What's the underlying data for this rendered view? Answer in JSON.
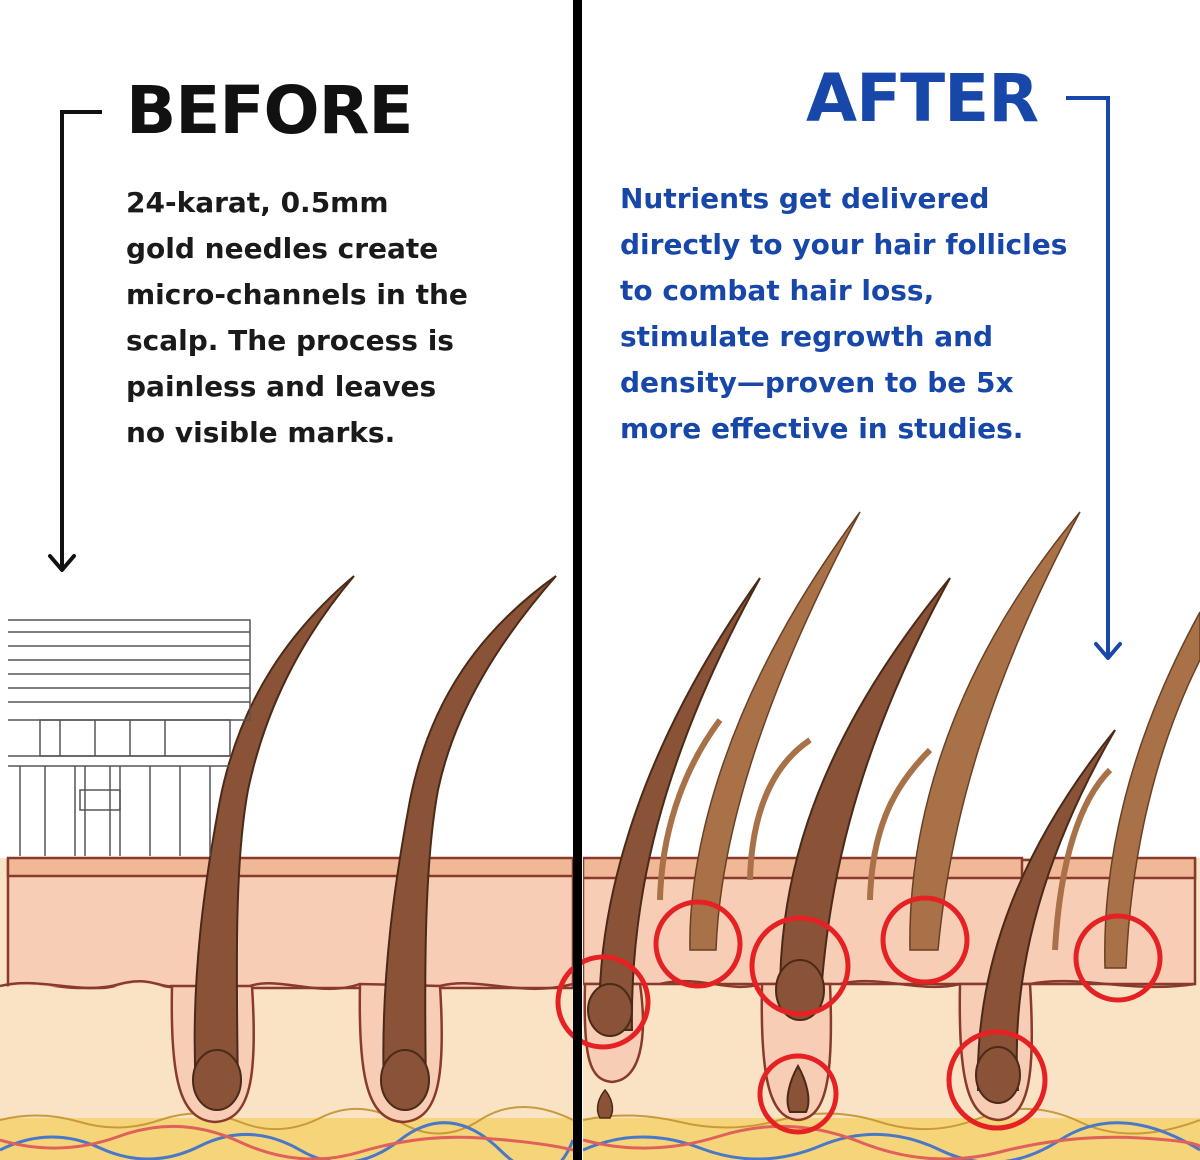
{
  "before": {
    "title": "BEFORE",
    "description": "24-karat, 0.5mm\ngold needles create\nmicro-channels in the\nscalp. The process is\npainless and leaves\nno visible marks."
  },
  "after": {
    "title": "AFTER",
    "description": "Nutrients get delivered\ndirectly to your hair follicles\nto combat hair loss,\nstimulate regrowth and\ndensity—proven to be 5x\nmore effective in studies."
  },
  "colors": {
    "before_text": "#111111",
    "after_text": "#1747a8",
    "divider": "#000000",
    "hair_before": "#8a5236",
    "hair_after": "#a87148",
    "skin_top": "#f6cab3",
    "skin_dermis": "#f9e3c4",
    "follicle_ring": "#e52124",
    "vein_blue": "#4a78c8",
    "vein_red": "#e0605a"
  },
  "icons": {
    "before_arrow": "arrow-down-icon",
    "after_arrow": "arrow-down-icon",
    "microneedle_device": "microneedle-roller-icon"
  }
}
